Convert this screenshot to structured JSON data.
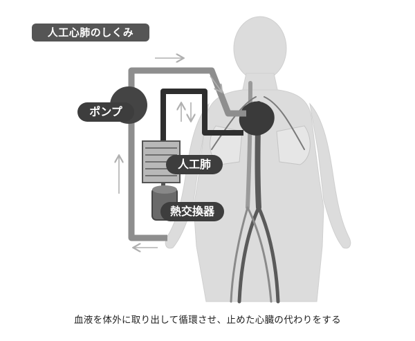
{
  "title": "人工心肺のしくみ",
  "labels": {
    "pump": "ポンプ",
    "artificial_lung": "人工肺",
    "heat_exchanger": "熱交換器"
  },
  "caption": "血液を体外に取り出して循環させ、止めた心臓の代わりをする",
  "colors": {
    "body": "#dcdcdc",
    "tube_light": "#8e8e8e",
    "tube_dark": "#2e2e2e",
    "label_bg": "#3d3d3d",
    "title_bg": "#555555"
  }
}
